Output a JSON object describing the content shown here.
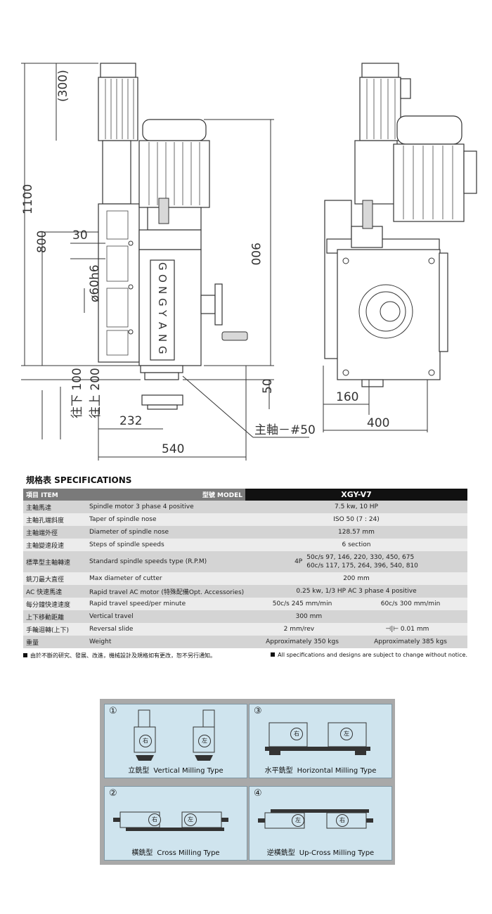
{
  "drawing": {
    "dimensions": {
      "d300": "(300)",
      "d1100": "1100",
      "d800": "800",
      "d30": "30",
      "d60h6": "ø60h6",
      "d900": "900",
      "d50": "50",
      "d100": "往下 100",
      "d200": "往上 200",
      "d232": "232",
      "d540": "540",
      "d160": "160",
      "d400": "400",
      "spindle": "主軸－#50"
    },
    "brand": [
      "G",
      "O",
      "N",
      "G",
      "Y",
      "A",
      "N",
      "G"
    ]
  },
  "spec": {
    "title": "規格表 SPECIFICATIONS",
    "header": {
      "item": "項目 ITEM",
      "model_label": "型號 MODEL",
      "model": "XGY-V7"
    },
    "rows": [
      {
        "zh": "主軸馬達",
        "en": "Spindle motor 3 phase 4 positive",
        "value": "7.5 kw, 10 HP"
      },
      {
        "zh": "主軸孔端斜度",
        "en": "Taper of spindle nose",
        "value": "ISO 50 (7 : 24)"
      },
      {
        "zh": "主軸端外徑",
        "en": "Diameter of spindle nose",
        "value": "128.57 mm"
      },
      {
        "zh": "主軸變速段速",
        "en": "Steps of spindle speeds",
        "value": "6 section"
      },
      {
        "zh": "標準型主軸轉速",
        "en": "Standard spindle speeds type (R.P.M)",
        "prefix": "4P",
        "line1": "50c/s  97, 146, 220, 330, 450, 675",
        "line2": "60c/s  117, 175, 264, 396, 540, 810"
      },
      {
        "zh": "銑刀最大直徑",
        "en": "Max diameter of cutter",
        "value": "200 mm"
      },
      {
        "zh": "AC 快速馬達",
        "en": "Rapid travel AC motor (特殊配備Opt. Accessories)",
        "value": "0.25 kw, 1/3 HP AC 3 phase 4 positive"
      },
      {
        "zh": "每分鐘快速速度",
        "en": "Rapid travel speed/per minute",
        "a": "50c/s  245 mm/min",
        "b": "60c/s  300 mm/min"
      },
      {
        "zh": "上下移動距離",
        "en": "Vertical travel",
        "value": "300 mm"
      },
      {
        "zh": "手輪迴轉(上下)",
        "en": "Reversal slide",
        "a": "2 mm/rev",
        "b": "⊣|⊢ 0.01 mm"
      },
      {
        "zh": "重量",
        "en": "Weight",
        "a": "Approximately 350 kgs",
        "b": "Approximately 385 kgs"
      }
    ],
    "notes": {
      "zh": "由於不斷的研究、發展、改進，機械設計及規格如有更改，恕不另行通知。",
      "en": "All specifications and designs are subject to change without notice."
    }
  },
  "types": [
    {
      "num": "①",
      "zh": "立銑型",
      "en": "Vertical Milling Type",
      "k1": "右",
      "k2": "左"
    },
    {
      "num": "③",
      "zh": "水平銑型",
      "en": "Horizontal Milling Type",
      "k1": "右",
      "k2": "左"
    },
    {
      "num": "②",
      "zh": "橫銑型",
      "en": "Cross Milling Type",
      "k1": "右",
      "k2": "左"
    },
    {
      "num": "④",
      "zh": "逆橫銑型",
      "en": "Up-Cross Milling Type",
      "k1": "左",
      "k2": "右"
    }
  ]
}
